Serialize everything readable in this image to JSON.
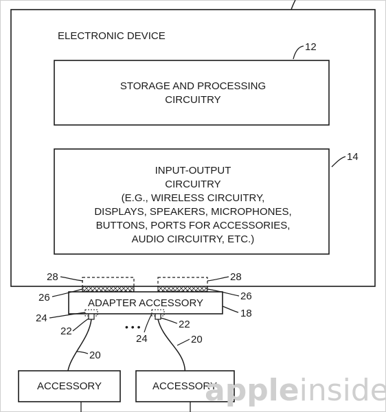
{
  "device": {
    "title": "ELECTRONIC DEVICE"
  },
  "storage": {
    "ref": "12",
    "lines": [
      "STORAGE AND PROCESSING",
      "CIRCUITRY"
    ]
  },
  "io": {
    "ref": "14",
    "lines": [
      "INPUT-OUTPUT",
      "CIRCUITRY",
      "(E.G., WIRELESS CIRCUITRY,",
      "DISPLAYS, SPEAKERS, MICROPHONES,",
      "BUTTONS, PORTS FOR ACCESSORIES,",
      "AUDIO CIRCUITRY, ETC.)"
    ]
  },
  "adapter": {
    "label": "ADAPTER ACCESSORY",
    "ref": "18"
  },
  "refs": {
    "dashed_left": "28",
    "dashed_right": "28",
    "hatched_left": "26",
    "hatched_right": "26",
    "port_left": "24",
    "port_right": "24",
    "plug_left": "22",
    "plug_right": "22",
    "cable_left": "20",
    "cable_right": "20"
  },
  "ellipsis": "• • •",
  "accessories": [
    {
      "label": "ACCESSORY"
    },
    {
      "label": "ACCESSORY"
    }
  ],
  "watermark": {
    "part1": "apple",
    "part2": "insider"
  }
}
